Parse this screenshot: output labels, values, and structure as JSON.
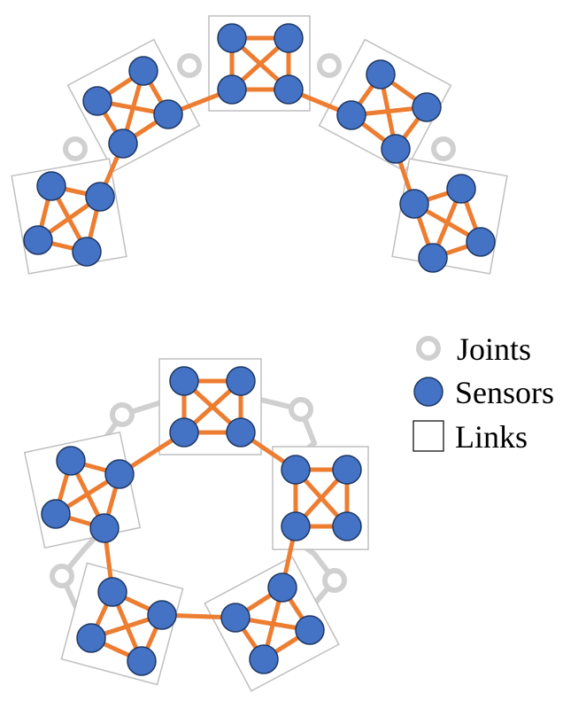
{
  "legend": {
    "joints_label": "Joints",
    "sensors_label": "Sensors",
    "links_label": "Links"
  },
  "colors": {
    "sensor_fill": "#4472C4",
    "sensor_stroke": "#1F3864",
    "edge": "#ED7D31",
    "joint": "#D0D0D0",
    "link_box": "#BFBFBF"
  }
}
